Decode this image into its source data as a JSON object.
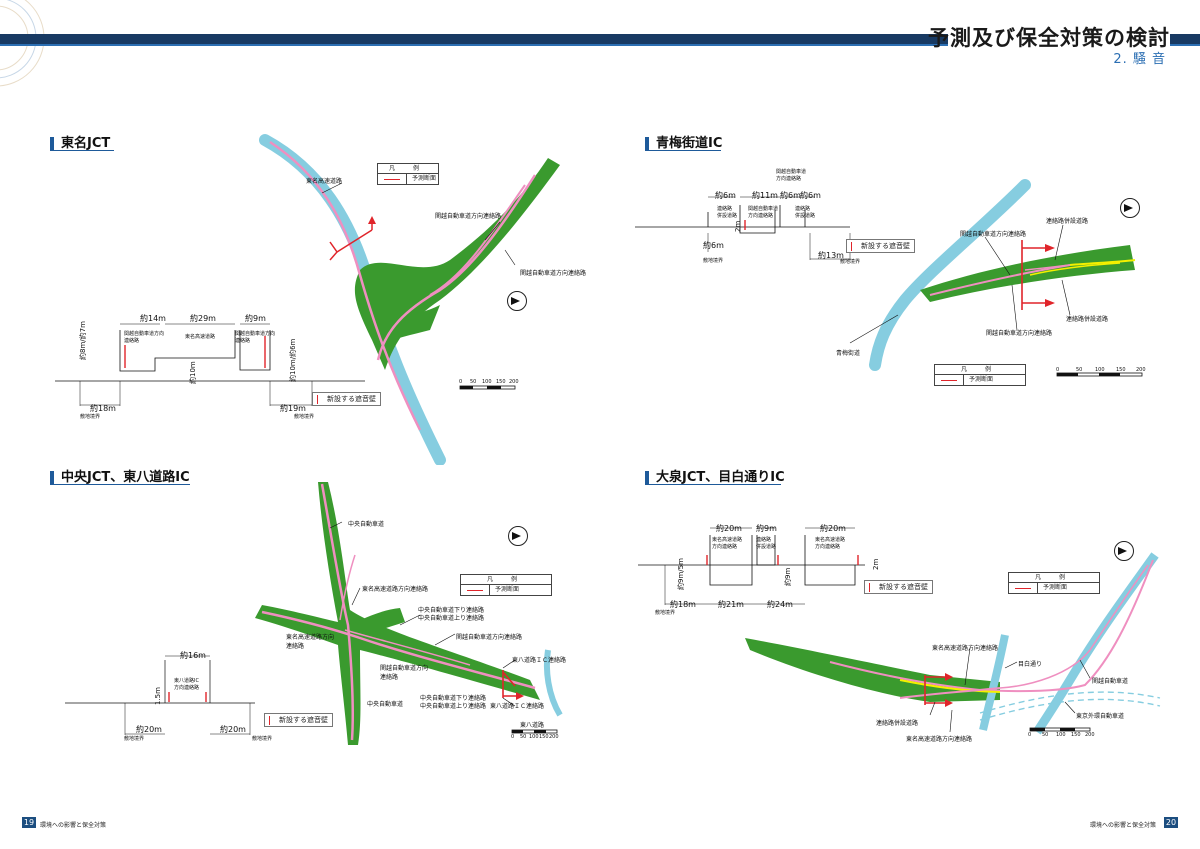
{
  "header": {
    "title": "予測及び保全対策の検討",
    "subtitle": "2. 騒 音"
  },
  "sections": {
    "tomei": {
      "title": "東名JCT",
      "legend": {
        "head": "凡 例",
        "item": "予測断面"
      },
      "labels": {
        "tomei_expwy": "東名高速道路",
        "kanetsu_connect": "関越自動車道方向連絡路",
        "kanetsu_connect2": "関越自動車道方向連絡路",
        "cs_kanetsu": "関越自動車道方向\n連絡路",
        "cs_tomei": "東名高速道路",
        "cs_kanetsu2": "関越自動車道方向\n連絡路"
      },
      "dims": {
        "w14": "約14m",
        "w29": "約29m",
        "w9": "約9m",
        "h7": "約8m/約7m",
        "h10": "約10m",
        "h6": "約10m/約6m",
        "d18": "約18m",
        "d19": "約19m",
        "border": "敷地境界"
      },
      "wall": "新設する遮音壁",
      "scale": [
        "0",
        "50",
        "100",
        "150",
        "200"
      ]
    },
    "ome": {
      "title": "青梅街道IC",
      "legend": {
        "head": "凡 例",
        "item": "予測断面"
      },
      "labels": {
        "kanetsu_connect": "関越自動車道方向連絡路",
        "side_road": "連絡路併設道路",
        "side_road2": "連絡路併設道路",
        "kanetsu_connect2": "関越自動車道方向連絡路",
        "ome_road": "青梅街道",
        "cs_top": "関越自動車道\n方向連絡路",
        "cs_side1": "連絡路\n併設道路",
        "cs_main": "関越自動車道\n方向連絡路",
        "cs_side2": "連絡路\n併設道路"
      },
      "dims": {
        "w6a": "約6m",
        "w11": "約11m",
        "w6b": "約6m",
        "w6c": "約6m",
        "h2": "2m",
        "d6": "約6m",
        "d13": "約13m",
        "border": "敷地境界"
      },
      "wall": "新設する遮音壁",
      "scale": [
        "0",
        "50",
        "100",
        "150",
        "200"
      ]
    },
    "chuo": {
      "title": "中央JCT、東八道路IC",
      "legend": {
        "head": "凡 例",
        "item": "予測断面"
      },
      "labels": {
        "chuo_expwy": "中央自動車道",
        "tomei_connect": "東名高速道路方向連絡路",
        "chuo_down": "中央自動車道下り連絡路",
        "chuo_up": "中央自動車道上り連絡路",
        "tomei_connect_left": "東名高速道路方向\n連絡路",
        "kanetsu_connect": "関越自動車道方向連絡路",
        "kanetsu_connect2": "関越自動車道方向\n連絡路",
        "touhachi_ic": "東八道路ＩＣ連絡路",
        "touhachi_ic2": "東八道路ＩＣ連絡路",
        "chuo_down2": "中央自動車道下り連絡路",
        "chuo_up2": "中央自動車道上り連絡路",
        "chuo_expwy2": "中央自動車道",
        "touhachi_road": "東八道路",
        "cs_label": "東八道路IC\n方向連絡路"
      },
      "dims": {
        "w16": "約16m",
        "h15": "1.5m",
        "d20a": "約20m",
        "d20b": "約20m",
        "border": "敷地境界"
      },
      "wall": "新設する遮音壁",
      "scale": [
        "0",
        "50",
        "100",
        "150",
        "200"
      ]
    },
    "oizumi": {
      "title": "大泉JCT、目白通りIC",
      "legend": {
        "head": "凡 例",
        "item": "予測断面"
      },
      "labels": {
        "tomei_connect": "東名高速道路方向連絡路",
        "mejiro": "目白通り",
        "kanetsu": "関越自動車道",
        "gaikan": "東京外環自動車道",
        "side_road": "連絡路併設道路",
        "tomei_connect2": "東名高速道路方向連絡路",
        "cs1": "東名高速道路\n方向連絡路",
        "cs2": "連絡路\n併設道路",
        "cs3": "東名高速道路\n方向連絡路"
      },
      "dims": {
        "w20a": "約20m",
        "w9": "約9m",
        "w20b": "約20m",
        "h5": "約9m/5m",
        "h9": "約9m",
        "h2": "2m",
        "d18": "約18m",
        "d21": "約21m",
        "d24": "約24m",
        "border": "敷地境界"
      },
      "wall": "新設する遮音壁",
      "scale": [
        "0",
        "50",
        "100",
        "150",
        "200"
      ]
    }
  },
  "footer": {
    "left_page": "19",
    "left_text": "環境への影響と保全対策",
    "right_text": "環境への影響と保全対策",
    "right_page": "20"
  },
  "colors": {
    "navy": "#183a63",
    "accent": "#2c6fb3",
    "green": "#3a9a2e",
    "pink": "#ef8fc0",
    "cyan": "#86cde0",
    "red": "#e0242a",
    "yellow": "#f4f000"
  }
}
